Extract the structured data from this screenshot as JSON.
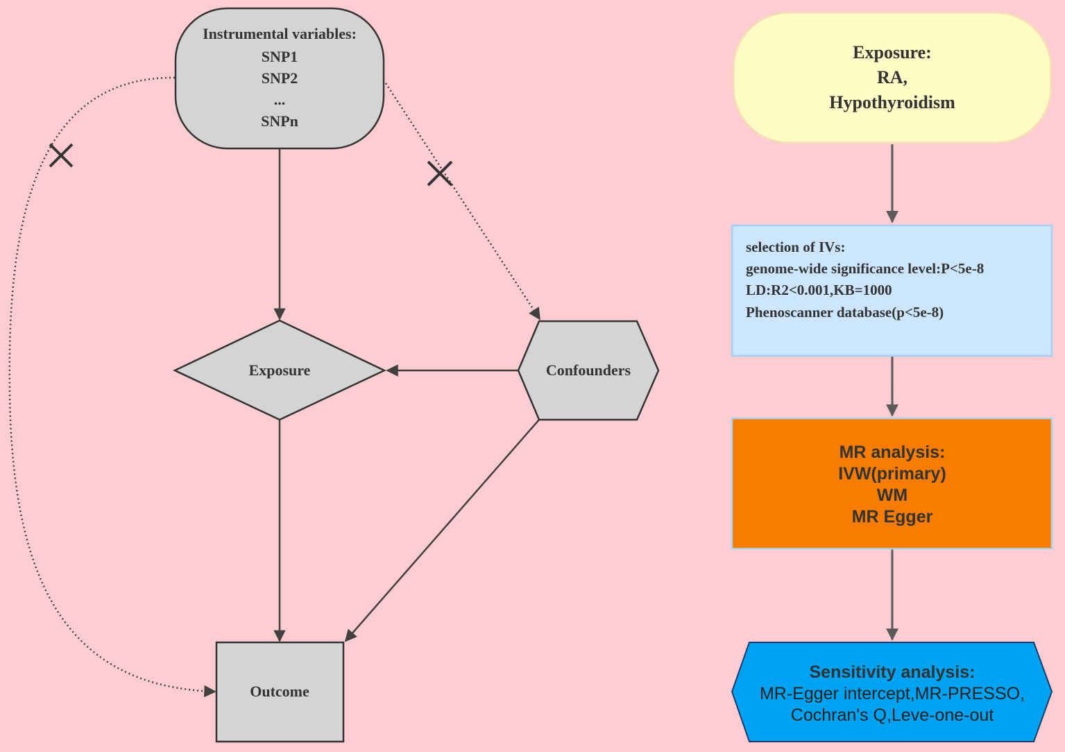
{
  "left": {
    "instruments": {
      "title": "Instrumental variables:",
      "lines": [
        "SNP1",
        "SNP2",
        "...",
        "SNPn"
      ]
    },
    "exposure": "Exposure",
    "confounders": "Confounders",
    "outcome": "Outcome"
  },
  "right": {
    "exposure": {
      "title": "Exposure:",
      "lines": [
        "RA,",
        "Hypothyroidism"
      ]
    },
    "selection": {
      "lines": [
        "selection of IVs:",
        "genome-wide significance level:P<5e-8",
        "LD:R2<0.001,KB=1000",
        "Phenoscanner database(p<5e-8)"
      ]
    },
    "mr": {
      "lines": [
        "MR analysis:",
        "IVW(primary)",
        "WM",
        "MR Egger"
      ]
    },
    "sensitivity": {
      "title": "Sensitivity analysis:",
      "lines": [
        "MR-Egger intercept,MR-PRESSO,",
        "Cochran's Q,Leve-one-out"
      ]
    }
  },
  "colors": {
    "background": "#fdcdd2",
    "node_grey": "#d4d4d4",
    "exposure_box": "#fefbc4",
    "selection_box": "#cde6ff",
    "mr_box": "#f77c00",
    "sensitivity_box": "#00a3f2"
  }
}
